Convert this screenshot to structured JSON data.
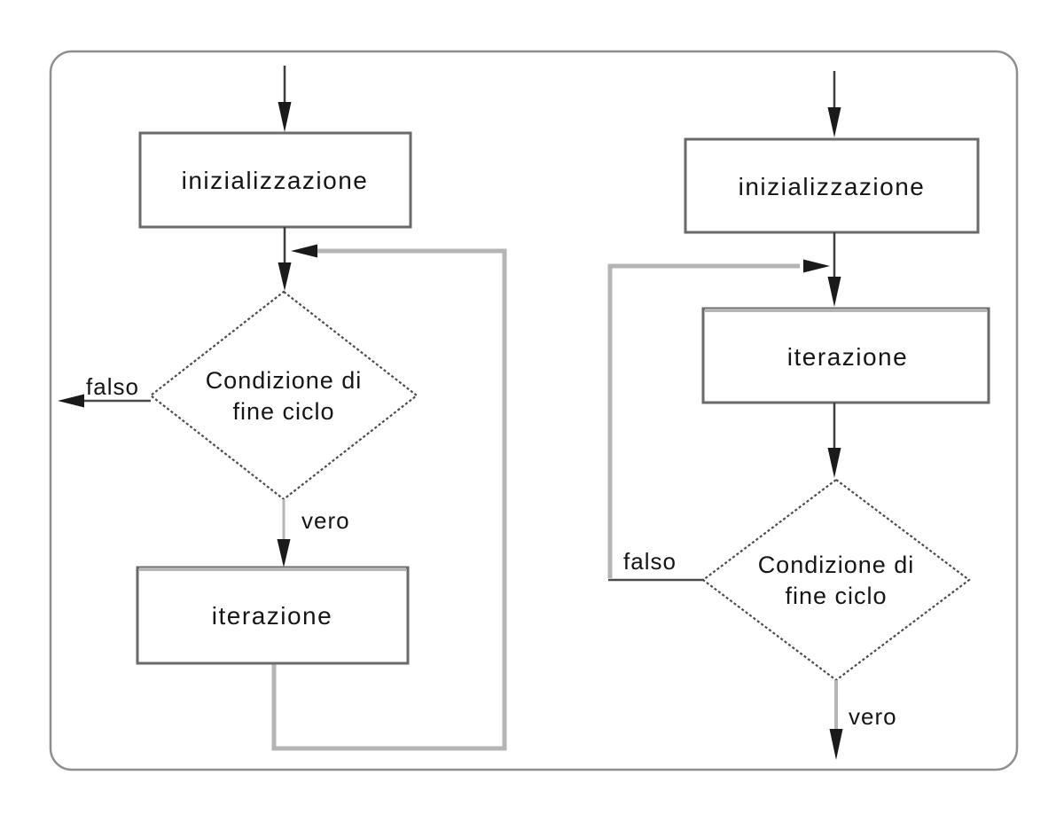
{
  "diagram": {
    "title_hint": "loop flowcharts",
    "colors": {
      "background": "#ffffff",
      "flow_line": "#3d3d3d",
      "arrow_fill": "#1a1a1a",
      "loop_line": "#b5b5b5",
      "exit_line": "#4a4a4a",
      "shape_border": "#6a6a6a",
      "diamond_border": "#4c4c4c",
      "container_border": "#8e8e8e",
      "text": "#151515",
      "shape_fill": "#ffffff"
    },
    "left_flowchart": {
      "init": "inizializzazione",
      "condition_line1": "Condizione di",
      "condition_line2": "fine ciclo",
      "false_branch": "falso",
      "true_branch": "vero",
      "body": "iterazione"
    },
    "right_flowchart": {
      "init": "inizializzazione",
      "body": "iterazione",
      "condition_line1": "Condizione di",
      "condition_line2": "fine ciclo",
      "false_branch": "falso",
      "true_branch": "vero"
    }
  }
}
